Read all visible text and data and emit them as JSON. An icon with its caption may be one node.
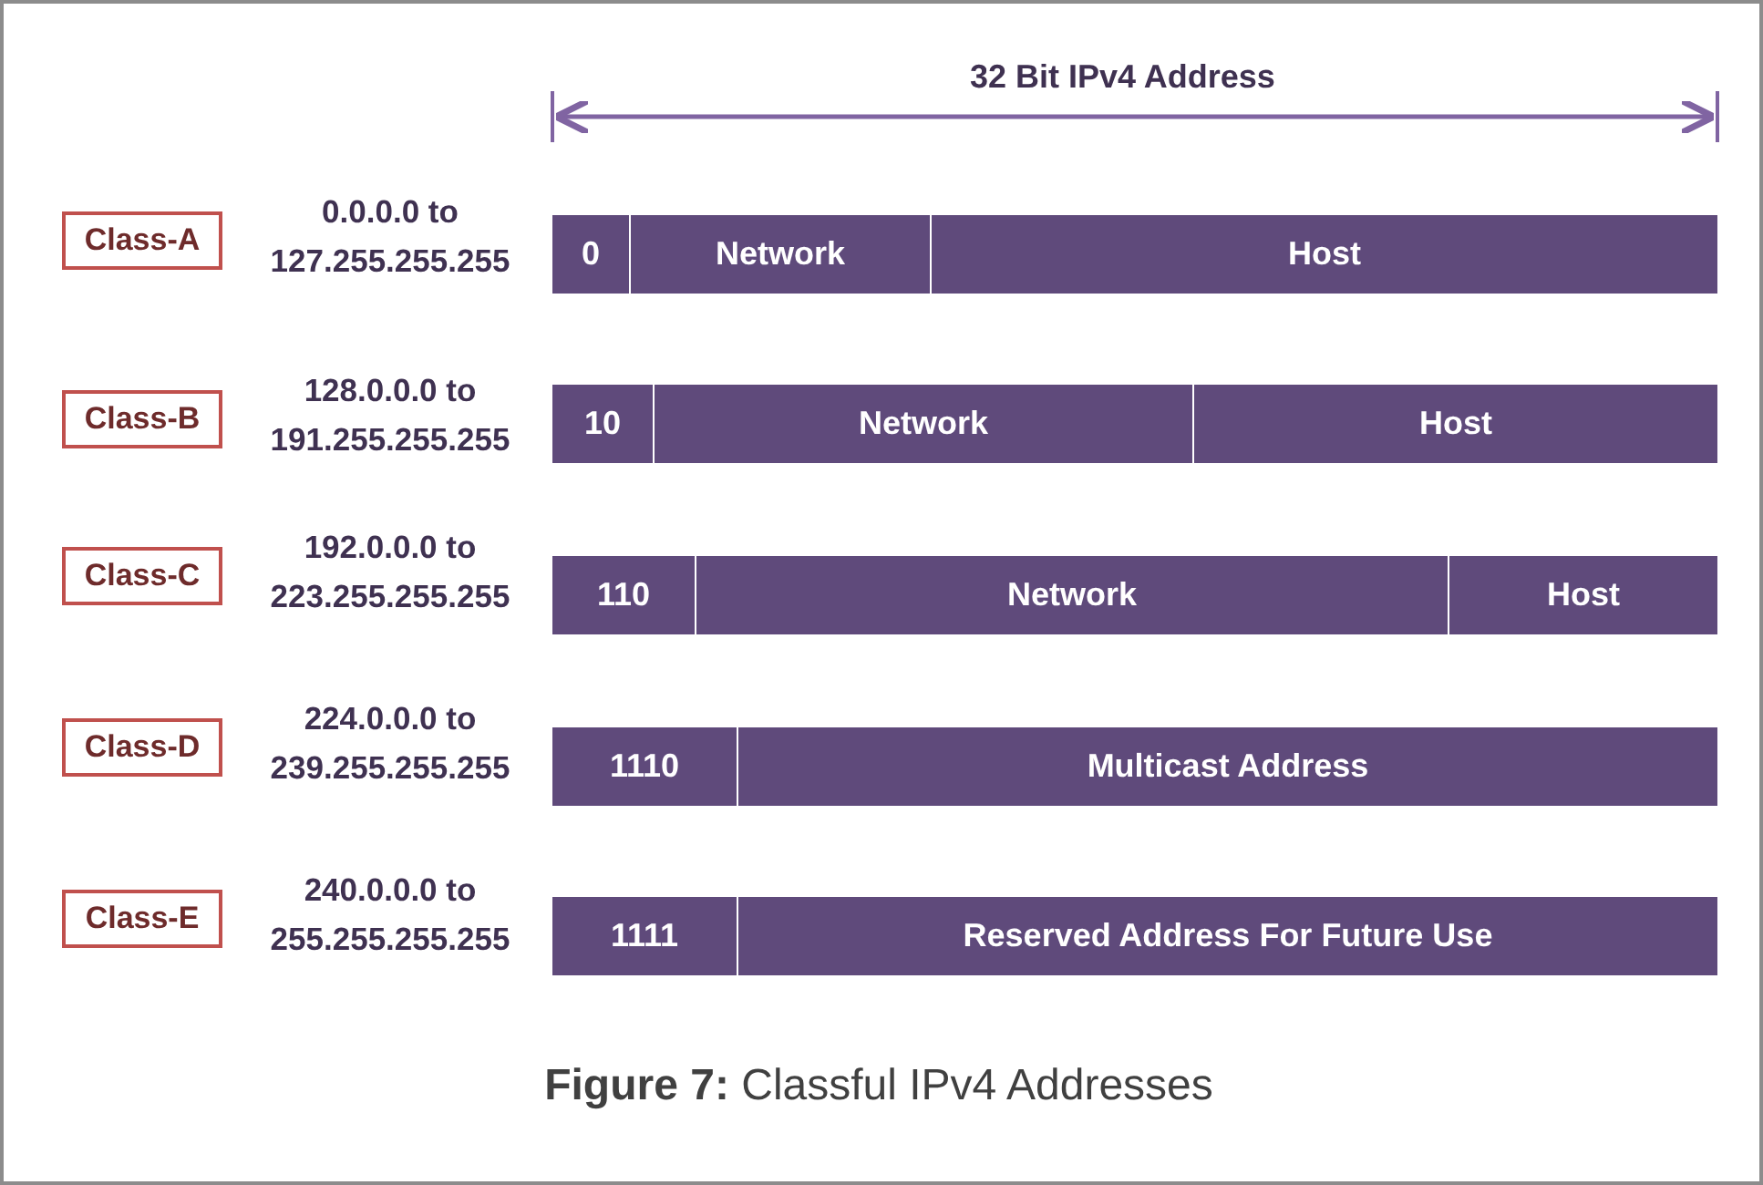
{
  "diagram": {
    "caption": "**Figure 7:**  Classful IPv4 Addresses",
    "nodes": [
      {
        "text": [
          "Class-A"
        ],
        "beside": [
          "0.0.0.0  to 127.255.255.255"
        ]
      },
      {
        "text": [
          "0"
        ]
      },
      {
        "text": [
          "Network"
        ]
      },
      {
        "text": [
          "Host"
        ]
      },
      {
        "text": [
          "Class-B"
        ],
        "beside": [
          "128.0.0.0  to 191.255.255.255"
        ]
      },
      {
        "text": [
          "10"
        ]
      },
      {
        "text": [
          "Network"
        ]
      },
      {
        "text": [
          "Host"
        ]
      },
      {
        "text": [
          "Class-C"
        ],
        "beside": [
          "192.0.0.0  to 223.255.255.255"
        ]
      },
      {
        "text": [
          "110"
        ]
      },
      {
        "text": [
          "Network"
        ]
      },
      {
        "text": [
          "Host"
        ]
      },
      {
        "text": [
          "Class-D"
        ],
        "beside": [
          "224.0.0.0  to 239.255.255.255"
        ]
      },
      {
        "text": [
          "1110"
        ]
      },
      {
        "text": [
          "Multicast Address"
        ]
      },
      {
        "text": [
          "Class-E"
        ],
        "beside": [
          "240.0.0.0  to 255.255.255.255"
        ]
      },
      {
        "text": [
          "1111"
        ]
      },
      {
        "text": [
          "Reserved Address For Future Use"
        ]
      }
    ],
    "labels": [
      "32 Bit IPv4 Address"
    ]
  }
}
